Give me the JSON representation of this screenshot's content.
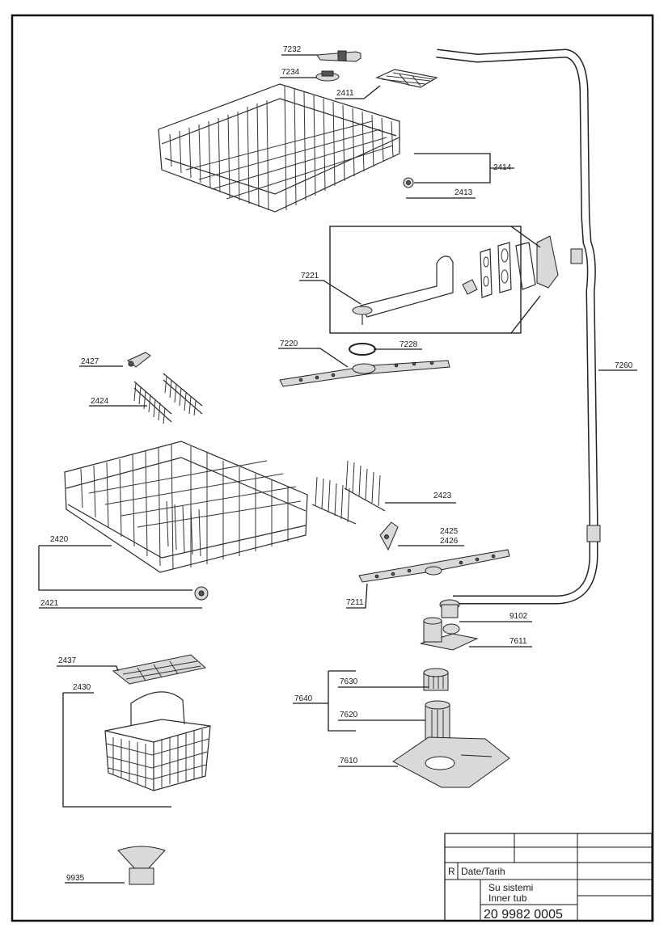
{
  "callouts": {
    "c7232": "7232",
    "c7234": "7234",
    "c2411": "2411",
    "c2414": "2414",
    "c2413": "2413",
    "c7221": "7221",
    "c7220": "7220",
    "c7228": "7228",
    "c7260": "7260",
    "c2427": "2427",
    "c2424": "2424",
    "c2423": "2423",
    "c2425": "2425",
    "c2426": "2426",
    "c2420": "2420",
    "c2421": "2421",
    "c7211": "7211",
    "c9102": "9102",
    "c7611": "7611",
    "c2437": "2437",
    "c2430": "2430",
    "c7630": "7630",
    "c7640": "7640",
    "c7620": "7620",
    "c7610": "7610",
    "c9935": "9935"
  },
  "title_block": {
    "r_label": "R",
    "date_label": "Date/Tarih",
    "name_tr": "Su sistemi",
    "name_en": "Inner tub",
    "part_number": "20 9982 0005"
  }
}
